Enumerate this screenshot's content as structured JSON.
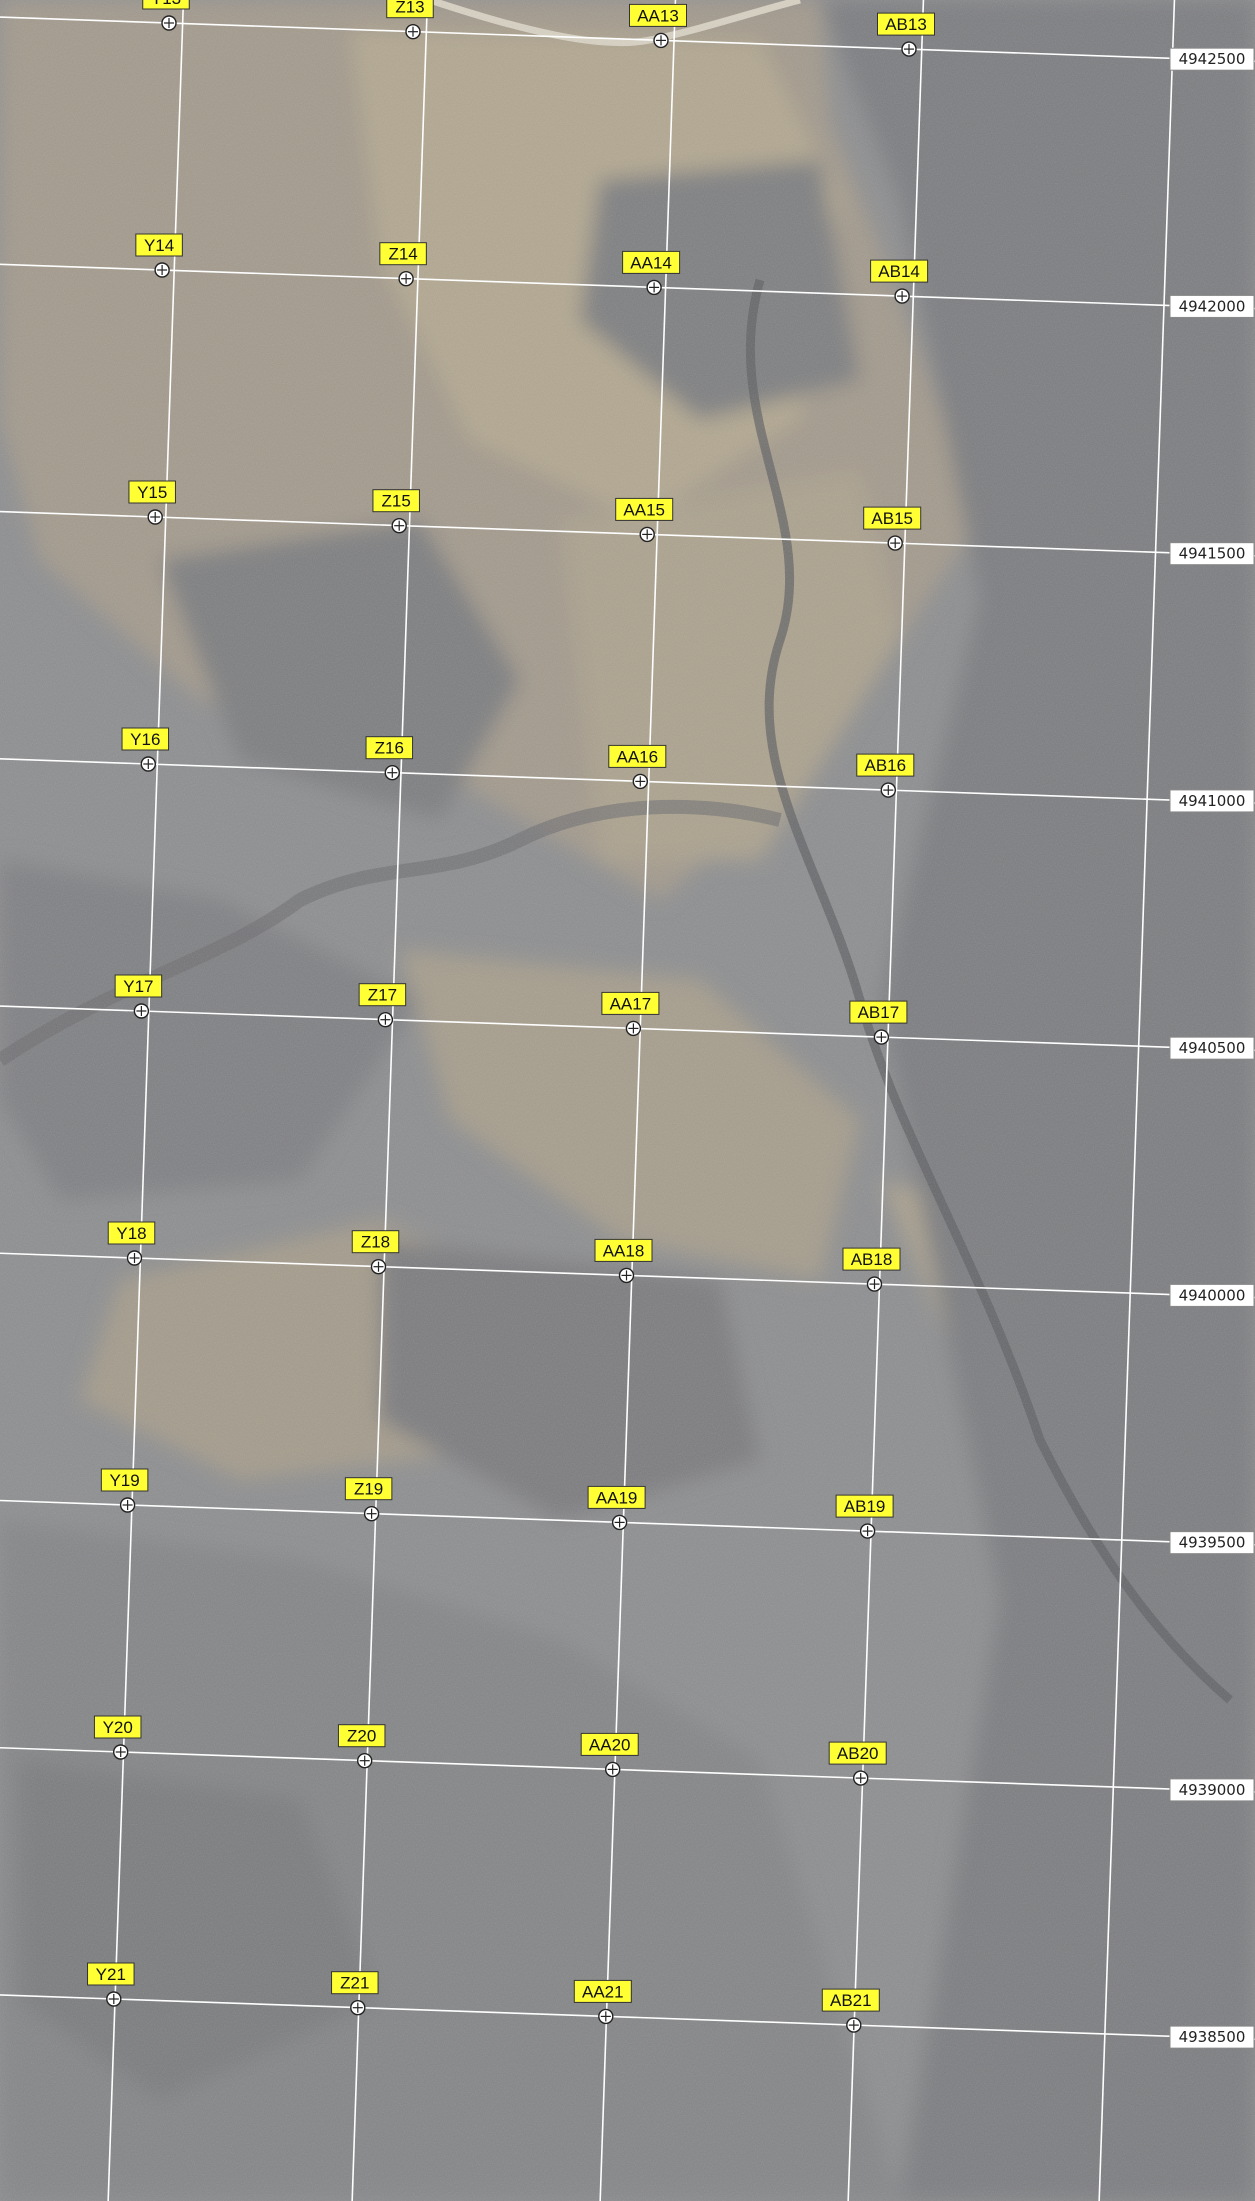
{
  "map": {
    "type": "aerial-imagery-grid",
    "label_color": "#ffff33",
    "grid_line_color": "#ffffff",
    "columns": [
      "Y",
      "Z",
      "AA",
      "AB"
    ],
    "rows": [
      "13",
      "14",
      "15",
      "16",
      "17",
      "18",
      "19",
      "20",
      "21"
    ],
    "northing_labels": [
      "4942500",
      "4942000",
      "4941500",
      "4941000",
      "4940500",
      "4940000",
      "4939500",
      "4939000",
      "4938500"
    ]
  }
}
